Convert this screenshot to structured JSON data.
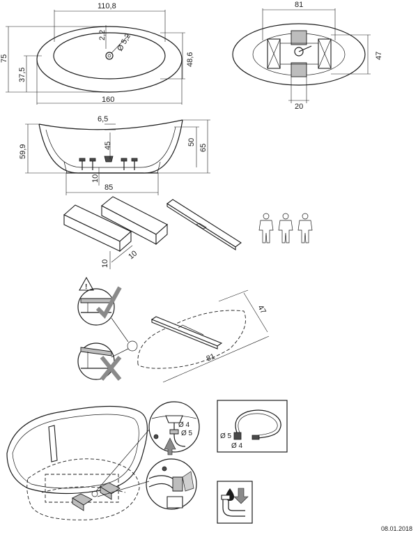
{
  "top_view": {
    "width_top": "110,8",
    "dim_2_2": "2,2",
    "drain_diameter": "Ø 5,2",
    "height_left": "75",
    "half_height": "37,5",
    "inner_height": "48,6",
    "length_bottom": "160"
  },
  "frame_view": {
    "frame_width": "81",
    "frame_height": "47",
    "foot_width": "20"
  },
  "side_view": {
    "depth": "6,5",
    "drain_height": "45",
    "height_left": "59,9",
    "height_inner": "50",
    "height_right": "65",
    "leg_height": "10",
    "base_length": "85"
  },
  "supports": {
    "block_height": "10",
    "block_width": "10"
  },
  "placement": {
    "width": "47",
    "length": "81"
  },
  "install": {
    "hose_d1": "Ø 4",
    "hose_d2": "Ø 5",
    "box_d1": "Ø 5",
    "box_d2": "Ø 4"
  },
  "footer": {
    "date": "08.01.2018"
  }
}
